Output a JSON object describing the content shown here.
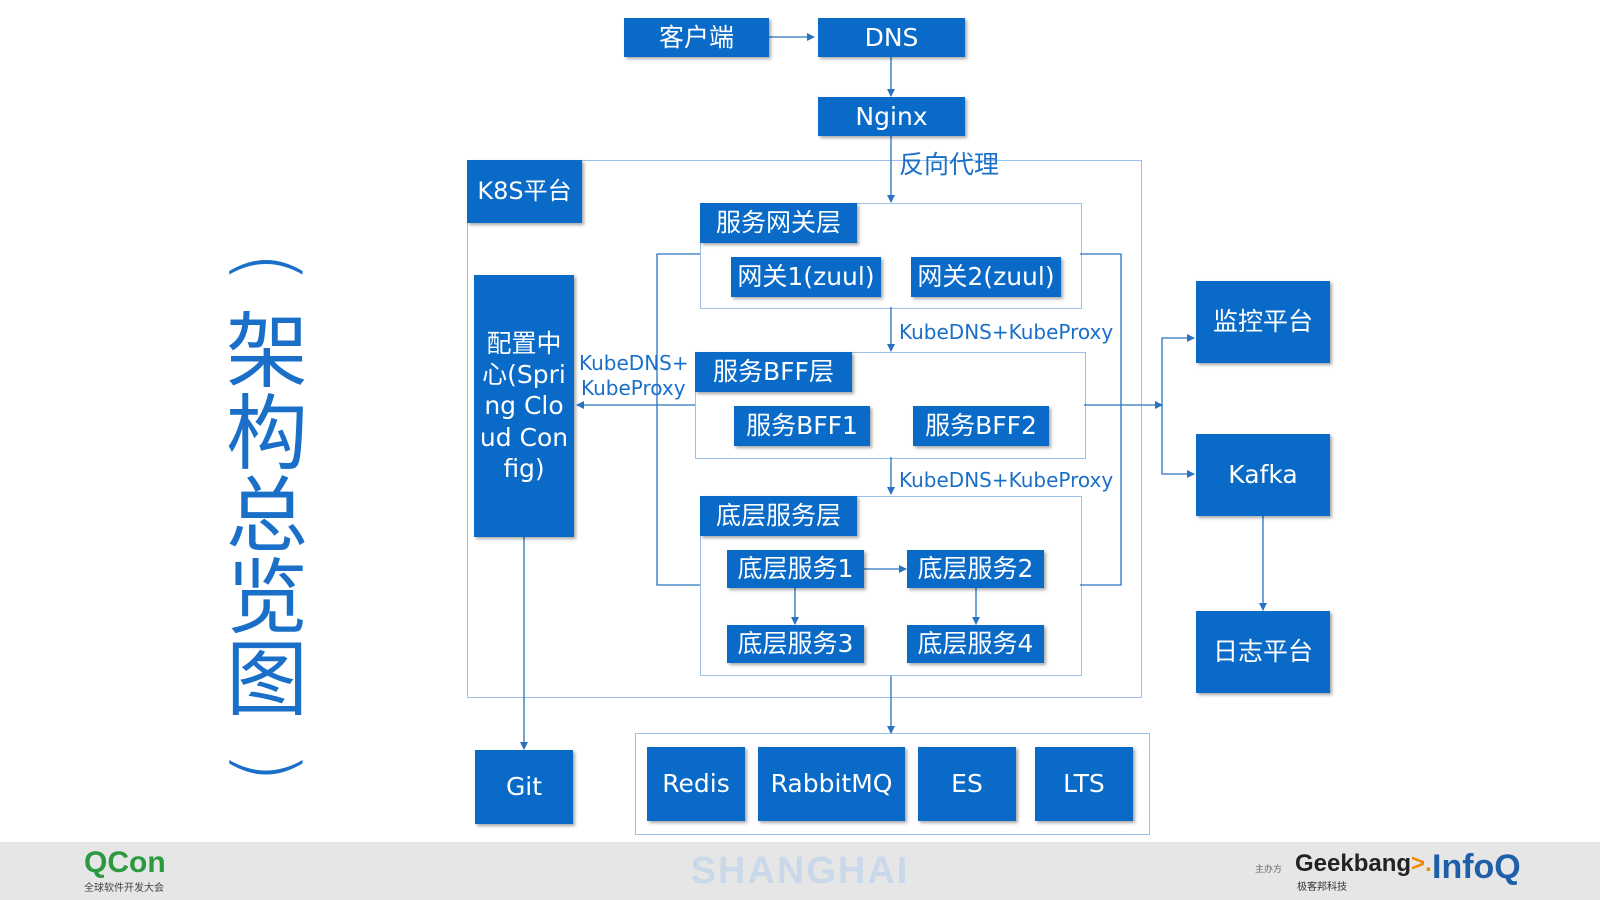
{
  "title": {
    "open_paren": "(",
    "chars": [
      "架",
      "构",
      "总",
      "览",
      "图"
    ],
    "close_paren": ")"
  },
  "nodes": {
    "client": "客户端",
    "dns": "DNS",
    "nginx": "Nginx",
    "k8s": "K8S平台",
    "gateway_layer": "服务网关层",
    "gateway1": "网关1(zuul)",
    "gateway2": "网关2(zuul)",
    "bff_layer": "服务BFF层",
    "bff1": "服务BFF1",
    "bff2": "服务BFF2",
    "base_layer": "底层服务层",
    "base1": "底层服务1",
    "base2": "底层服务2",
    "base3": "底层服务3",
    "base4": "底层服务4",
    "config_center": "配置中心(Spring Cloud Config)",
    "git": "Git",
    "redis": "Redis",
    "rabbitmq": "RabbitMQ",
    "es": "ES",
    "lts": "LTS",
    "monitor": "监控平台",
    "kafka": "Kafka",
    "log": "日志平台"
  },
  "edge_labels": {
    "reverse_proxy": "反向代理",
    "kube1": "KubeDNS+KubeProxy",
    "kube2": "KubeDNS+KubeProxy",
    "kube_config_1": "KubeDNS+",
    "kube_config_2": "KubeProxy"
  },
  "footer": {
    "qcon": "QCon",
    "qcon_sub": "全球软件开发大会",
    "city": "SHANGHAI",
    "host_label": "主办方",
    "geekbang": "Geekbang",
    "geekbang_arrow": ">.",
    "geekbang_sub": "极客邦科技",
    "infoq": "InfoQ"
  },
  "colors": {
    "box": "#0a6ac8",
    "line": "#2a73c0",
    "frame": "#9cc0e8",
    "text_blue": "#1a6fc8"
  }
}
